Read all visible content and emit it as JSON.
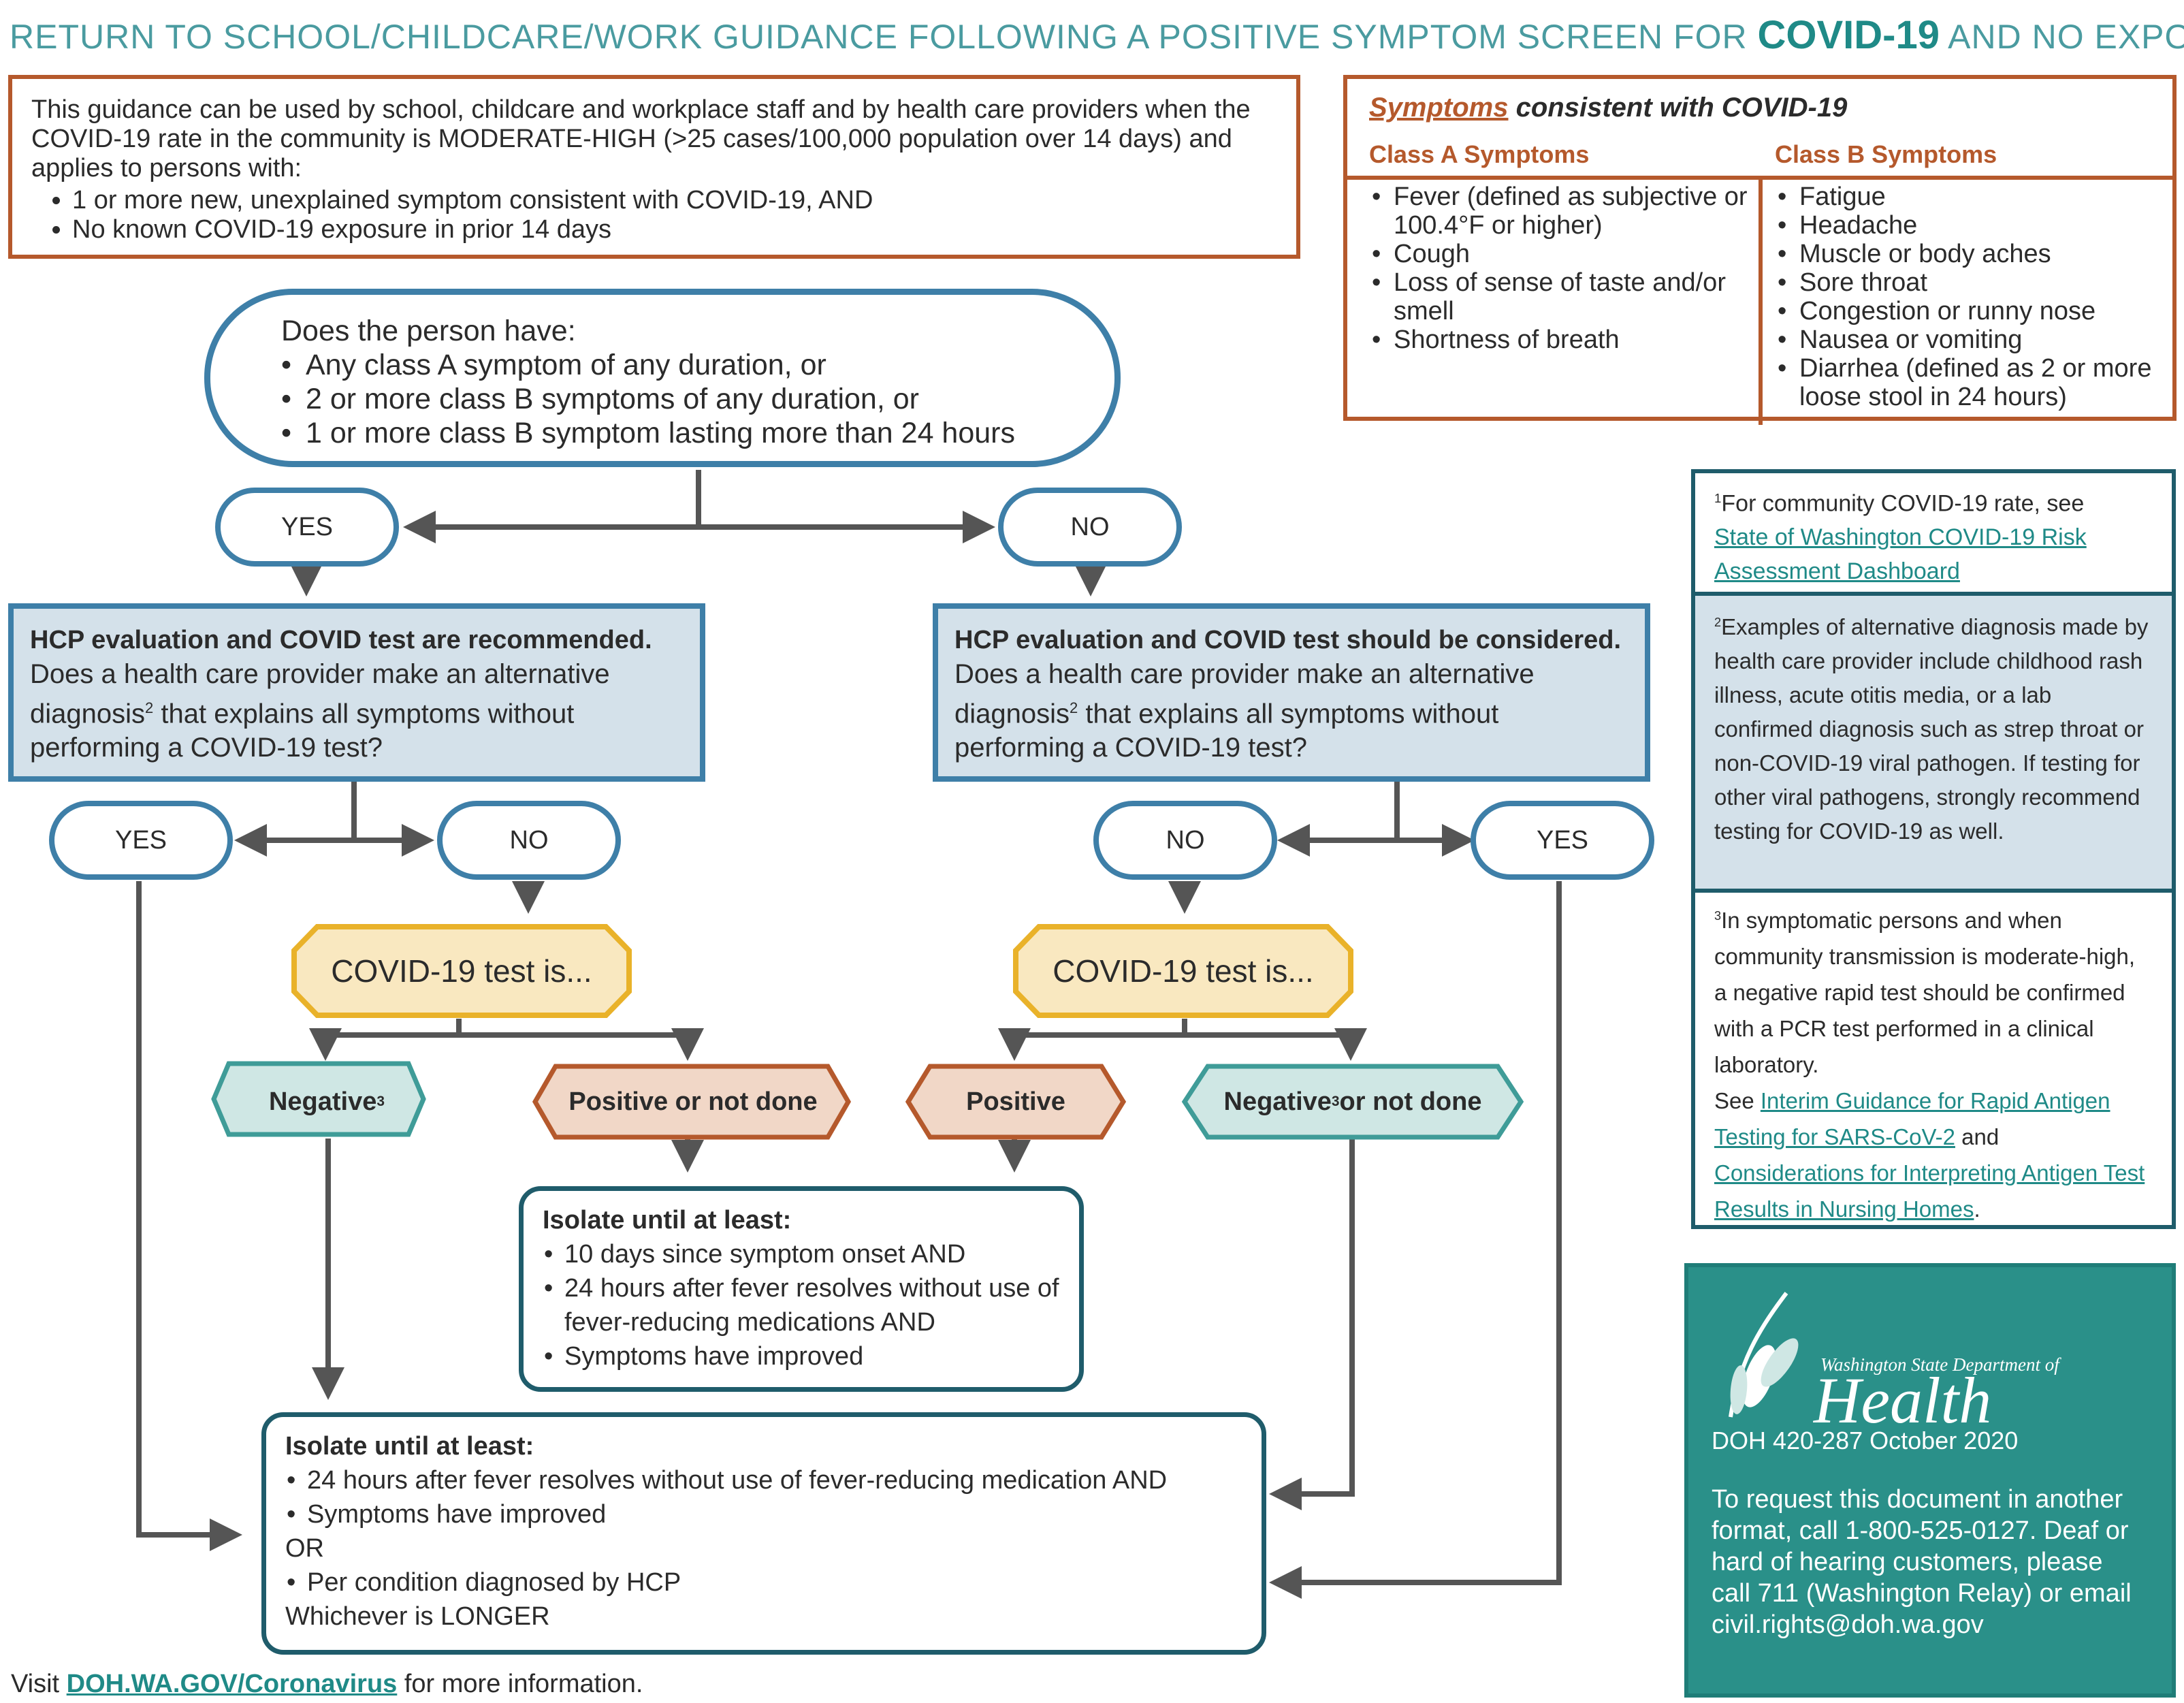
{
  "header": {
    "title_prefix": "RETURN TO SCHOOL/CHILDCARE/WORK GUIDANCE FOLLOWING A POSITIVE SYMPTOM SCREEN FOR ",
    "title_emphasis": "COVID-19",
    "title_suffix": " AND NO EXPOSURE"
  },
  "intro": {
    "text": "This guidance can be used by school, childcare and workplace staff and by health care providers when the COVID-19 rate in the community is MODERATE-HIGH (>25 cases/100,000 population over 14 days) and applies to persons with:",
    "bullets": [
      "1 or more new, unexplained symptom consistent with COVID-19, AND",
      "No known COVID-19 exposure in prior 14 days"
    ]
  },
  "symptoms": {
    "title_link": "Symptoms",
    "title_rest": " consistent with COVID-19",
    "class_a_label": "Class A Symptoms",
    "class_b_label": "Class B Symptoms",
    "class_a": [
      "Fever (defined as subjective or 100.4°F or higher)",
      "Cough",
      "Loss of sense of taste and/or smell",
      "Shortness of breath"
    ],
    "class_b": [
      "Fatigue",
      "Headache",
      "Muscle or body aches",
      "Sore throat",
      "Congestion or runny nose",
      "Nausea or vomiting",
      "Diarrhea (defined as 2 or more loose stool in 24 hours)"
    ]
  },
  "flow": {
    "question": "Does the person have:",
    "question_items": [
      "Any class A symptom of any duration, or",
      "2 or more class B symptoms of any duration, or",
      "1 or more class B symptom lasting more than 24 hours"
    ],
    "yes": "YES",
    "no": "NO",
    "left_hcp_bold": "HCP evaluation and COVID test are recommended.",
    "right_hcp_bold": "HCP evaluation and COVID test should be considered.",
    "hcp_q1": "Does a health care provider make an alternative diagnosis",
    "hcp_sup": "2",
    "hcp_q2": " that explains all symptoms without performing a COVID-19 test?",
    "test_is": "COVID-19 test is...",
    "negative": "Negative",
    "sup3": "3",
    "positive_or_not_done": "Positive or not done",
    "positive": "Positive",
    "negative_or_not_done_rest": " or not done",
    "isolate_label": "Isolate until at least:",
    "isolate_mid_items": [
      "10 days since symptom onset AND",
      "24 hours after fever resolves without use of fever-reducing medications AND",
      "Symptoms have improved"
    ],
    "isolate_bottom_items_1": [
      "24 hours after fever resolves without use of fever-reducing medication AND",
      "Symptoms have improved"
    ],
    "isolate_or": "OR",
    "isolate_bottom_items_2": [
      "Per condition diagnosed by HCP"
    ],
    "isolate_longer": "Whichever is LONGER"
  },
  "footnotes": {
    "fn1_sup": "1",
    "fn1_text": "For community COVID-19 rate, see",
    "fn1_link": "State of Washington COVID-19 Risk Assessment Dashboard",
    "fn2_sup": "2",
    "fn2_text": "Examples of alternative diagnosis made by health care provider include childhood rash illness, acute otitis media, or a lab confirmed diagnosis such as strep throat or non-COVID-19 viral pathogen. If testing for other viral pathogens, strongly recommend testing for COVID-19 as well.",
    "fn3_sup": "3",
    "fn3_text": "In symptomatic persons and when community transmission is moderate-high, a negative rapid test should be confirmed with a PCR test performed in a clinical laboratory.",
    "fn3_see": "See ",
    "fn3_link1": "Interim Guidance for Rapid Antigen Testing for SARS-CoV-2",
    "fn3_and": " and ",
    "fn3_link2": "Considerations for Interpreting Antigen Test Results in Nursing Homes",
    "fn3_end": "."
  },
  "doh": {
    "dept": "Washington State Department of",
    "health": "Health",
    "doc_number": "DOH 420-287  October 2020",
    "request": "To request this document in another format, call 1-800-525-0127. Deaf or hard of hearing customers, please call 711 (Washington Relay) or email civil.rights@doh.wa.gov"
  },
  "footer": {
    "visit": "Visit ",
    "link": "DOH.WA.GOV/Coronavirus",
    "rest": " for more information."
  },
  "colors": {
    "blue": "#3e7fa8",
    "orange": "#b5592c",
    "teal": "#2a9089",
    "gold": "#e9b22a",
    "arrow": "#555555"
  }
}
